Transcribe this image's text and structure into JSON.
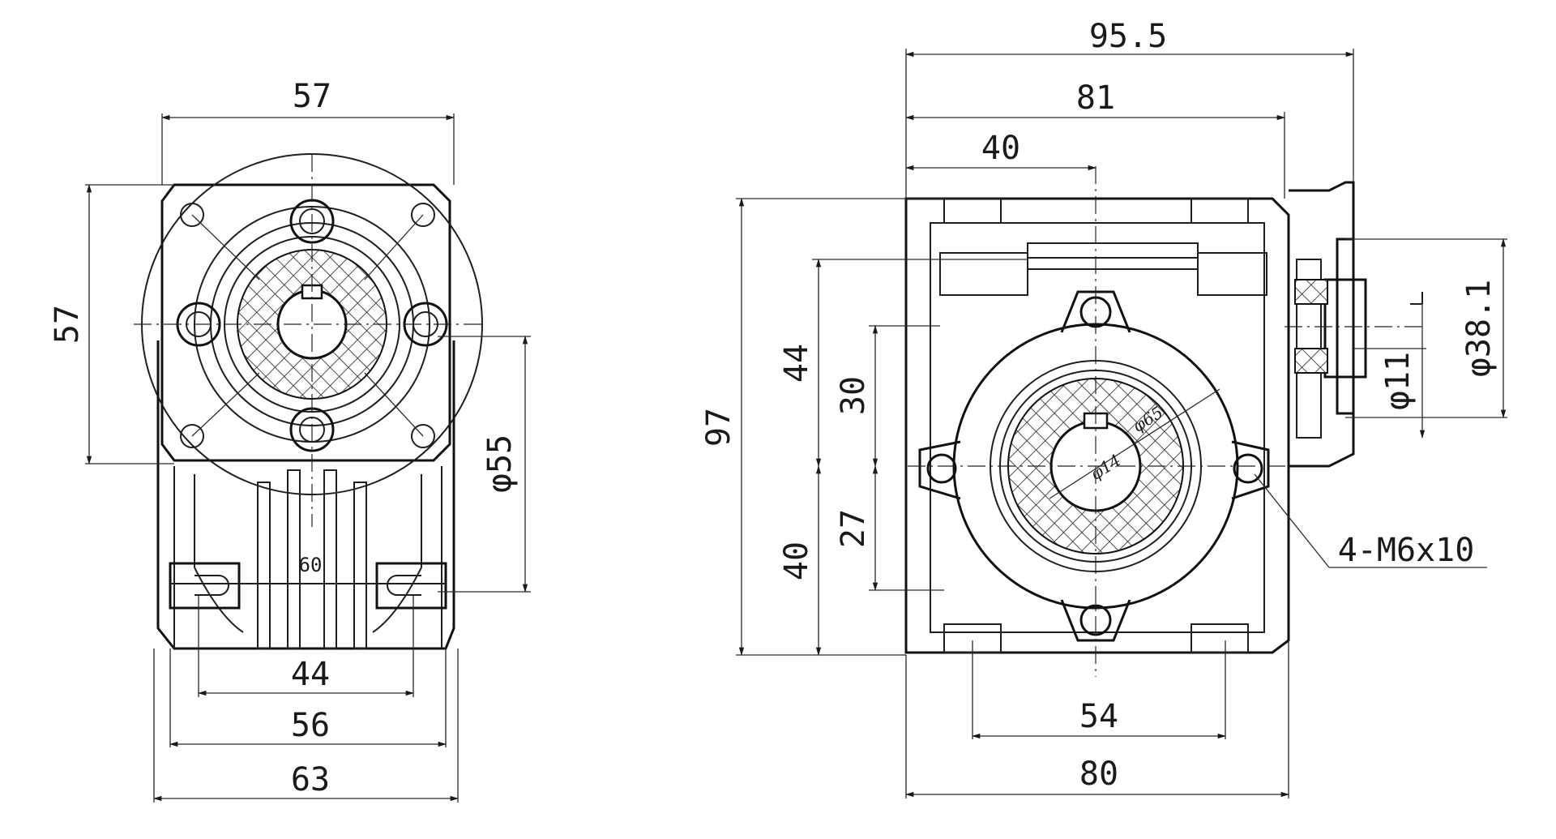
{
  "left_view": {
    "width_top": "57",
    "height_left": "57",
    "flange_diameter": "φ55",
    "inner_span": "60",
    "foot_spacing": "44",
    "base_width": "56",
    "overall_width": "63"
  },
  "right_view": {
    "overall_width_top": "95.5",
    "width_81": "81",
    "half_width": "40",
    "overall_height": "97",
    "dim_44": "44",
    "dim_30": "30",
    "dim_27": "27",
    "dim_40_lower": "40",
    "bolt_circle": "φ65",
    "bore": "φ14",
    "thread_callout": "4-M6x10",
    "shaft_diameter": "φ11",
    "spigot_diameter": "φ38.1",
    "foot_spacing": "54",
    "base_width": "80"
  }
}
